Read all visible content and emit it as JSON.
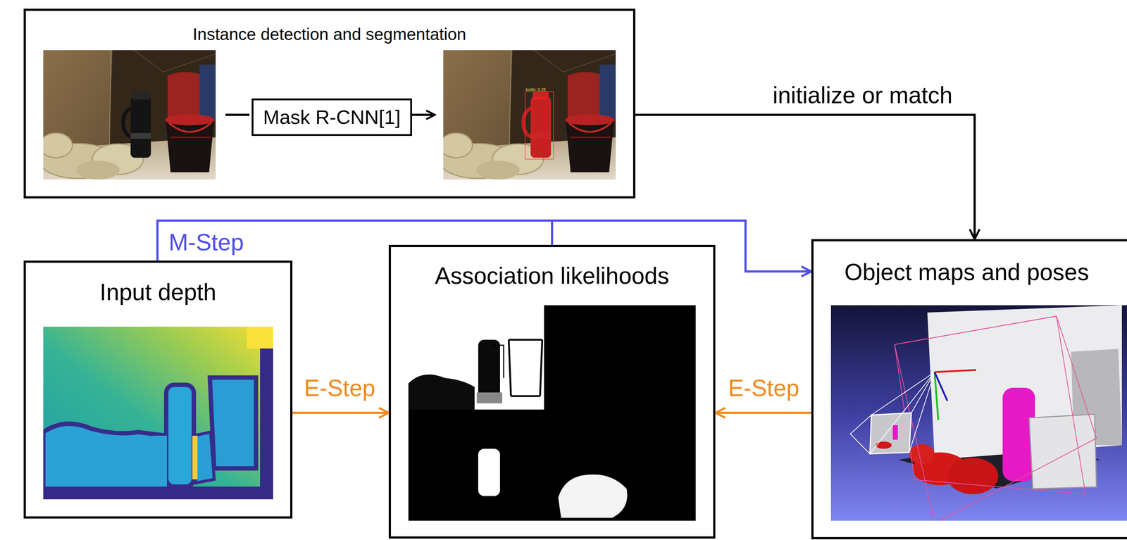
{
  "diagram": {
    "nodes": [
      {
        "text": [
          "Instance detection and segmentation"
        ]
      },
      {
        "text": [
          "Mask R-CNN[1]"
        ],
        "in": 0
      },
      {
        "text": [
          "Input depth"
        ]
      },
      {
        "text": [
          "Association likelihoods"
        ]
      },
      {
        "text": [
          "Object maps and poses"
        ]
      }
    ],
    "edges": [
      {
        "from": 0,
        "to": 4,
        "arrow": "to",
        "label": "initialize or match"
      },
      {
        "from": 2,
        "to": 4,
        "arrow": "to",
        "label": "M-Step"
      },
      {
        "from": 3,
        "to": 4,
        "arrow": "to"
      },
      {
        "from": 2,
        "to": 3,
        "arrow": "to",
        "label": "E-Step"
      },
      {
        "from": 4,
        "to": 3,
        "arrow": "to",
        "label": "E-Step"
      }
    ],
    "labels": [
      "bottle: 0.28"
    ]
  }
}
